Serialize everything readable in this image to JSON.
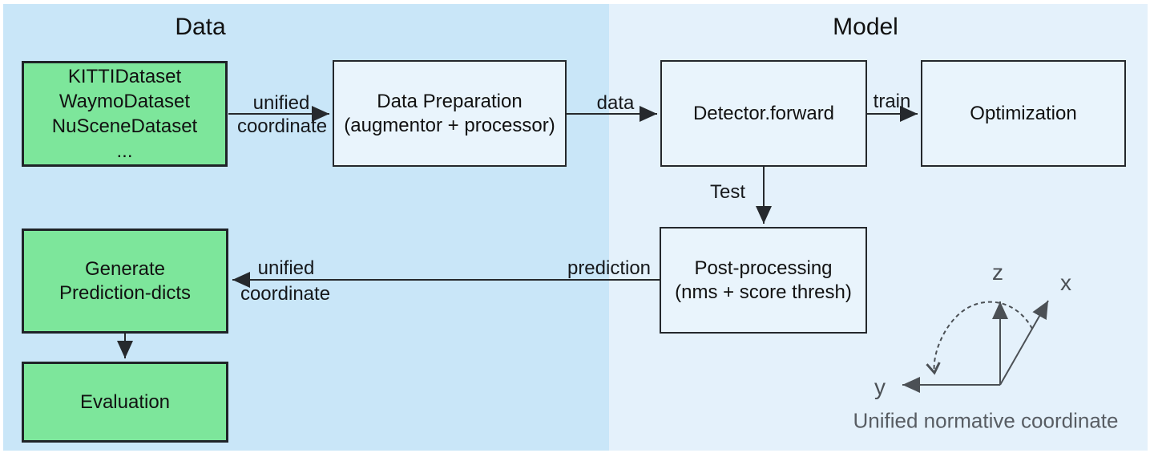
{
  "sections": {
    "data": {
      "title": "Data"
    },
    "model": {
      "title": "Model"
    }
  },
  "nodes": {
    "datasets": {
      "lines": [
        "KITTIDataset",
        "WaymoDataset",
        "NuSceneDataset",
        "..."
      ]
    },
    "data_preparation": {
      "lines": [
        "Data Preparation",
        "(augmentor + processor)"
      ]
    },
    "detector": {
      "label": "Detector.forward"
    },
    "optimization": {
      "label": "Optimization"
    },
    "post_processing": {
      "lines": [
        "Post-processing",
        "(nms + score thresh)"
      ]
    },
    "generate_predictions": {
      "lines": [
        "Generate",
        "Prediction-dicts"
      ]
    },
    "evaluation": {
      "label": "Evaluation"
    }
  },
  "edges": {
    "datasets_to_prep": {
      "label_top": "unified",
      "label_bottom": "coordinate"
    },
    "prep_to_detector": {
      "label": "data"
    },
    "detector_to_optimization": {
      "label": "train"
    },
    "detector_to_postprocessing": {
      "label": "Test"
    },
    "postprocessing_to_generate": {
      "label_right": "prediction",
      "label_top": "unified",
      "label_bottom": "coordinate"
    }
  },
  "coordinate_widget": {
    "z_label": "z",
    "x_label": "x",
    "y_label": "y",
    "caption": "Unified normative coordinate"
  },
  "colors": {
    "data_panel_bg": "#c9e6f8",
    "model_panel_bg": "#e4f1fb",
    "green_node_fill": "#7de69b",
    "blue_node_fill": "#e9f4fc",
    "node_border": "#1f2328",
    "arrow": "#26292d",
    "axes_gray": "#4b5055"
  }
}
